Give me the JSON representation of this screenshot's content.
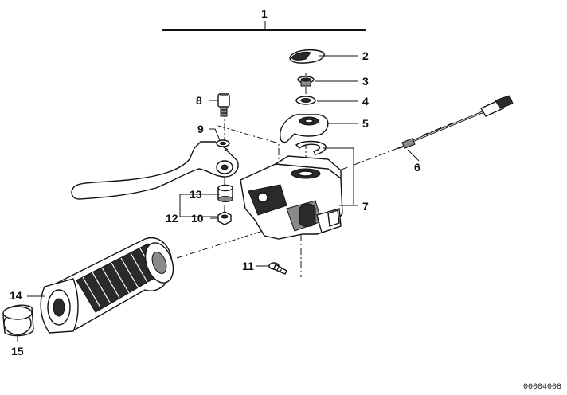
{
  "diagram": {
    "assembly_number": "1",
    "reference_code": "00004008",
    "callouts": [
      {
        "id": "2",
        "label": "2"
      },
      {
        "id": "3",
        "label": "3"
      },
      {
        "id": "4",
        "label": "4"
      },
      {
        "id": "5",
        "label": "5"
      },
      {
        "id": "6",
        "label": "6"
      },
      {
        "id": "7",
        "label": "7"
      },
      {
        "id": "8",
        "label": "8"
      },
      {
        "id": "9",
        "label": "9"
      },
      {
        "id": "10",
        "label": "10"
      },
      {
        "id": "11",
        "label": "11"
      },
      {
        "id": "12",
        "label": "12"
      },
      {
        "id": "13",
        "label": "13"
      },
      {
        "id": "14",
        "label": "14"
      },
      {
        "id": "15",
        "label": "15"
      }
    ]
  }
}
